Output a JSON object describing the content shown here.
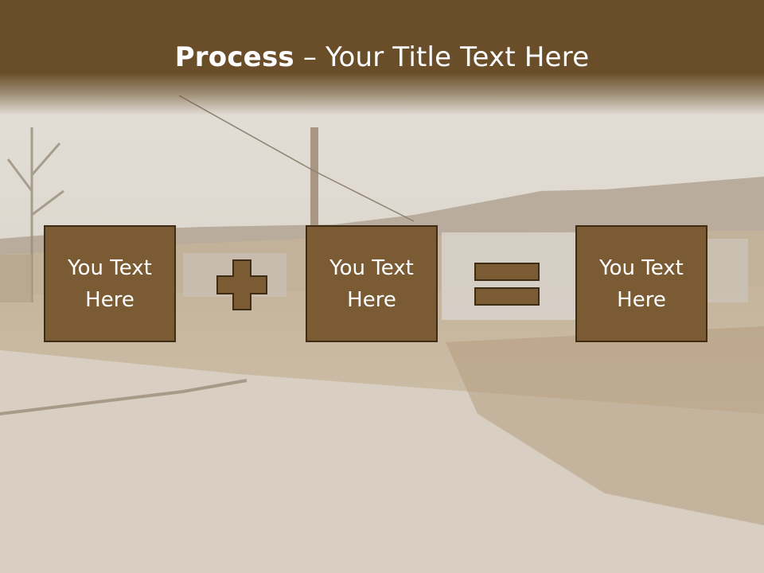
{
  "title": {
    "bold": "Process",
    "rest": " – Your Title Text Here"
  },
  "boxes": [
    {
      "label": "You Text Here"
    },
    {
      "label": "You Text Here"
    },
    {
      "label": "You Text Here"
    }
  ],
  "icons": [
    "plus-icon",
    "equals-icon"
  ],
  "colors": {
    "header": "#6a4e2a",
    "box_fill": "#7a5b33",
    "box_border": "#3e2c14",
    "text": "#ffffff"
  }
}
